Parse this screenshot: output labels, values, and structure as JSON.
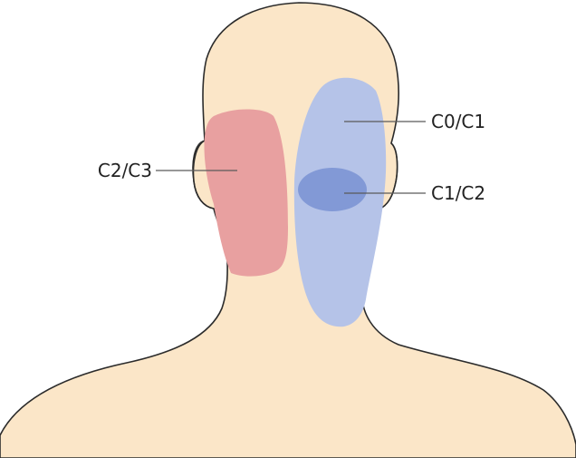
{
  "colors": {
    "skin": "#fbe6c8",
    "outline": "#2b2b2b",
    "zone_c2_c3": "#e8a0a0",
    "zone_c0_c1": "#b5c3e8",
    "zone_c1_c2": "#8299d6",
    "leader_line": "#5a5a5a"
  },
  "labels": {
    "c0_c1": "C0/C1",
    "c1_c2": "C1/C2",
    "c2_c3": "C2/C3"
  }
}
